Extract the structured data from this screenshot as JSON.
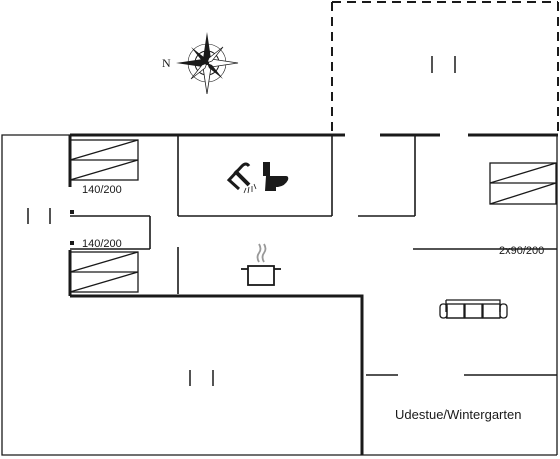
{
  "floorplan": {
    "compass": {
      "north_label": "N"
    },
    "beds": {
      "bed_1": "140/200",
      "bed_2": "140/200",
      "bed_3": "2x90/200"
    },
    "rooms": {
      "conservatory": "Udestue/Wintergarten"
    },
    "icons": [
      "compass-rose-icon",
      "shower-icon",
      "toilet-icon",
      "cooking-pot-icon",
      "sofa-icon",
      "bed-icon"
    ],
    "colors": {
      "line": "#1a1a1a",
      "background": "#ffffff"
    }
  }
}
